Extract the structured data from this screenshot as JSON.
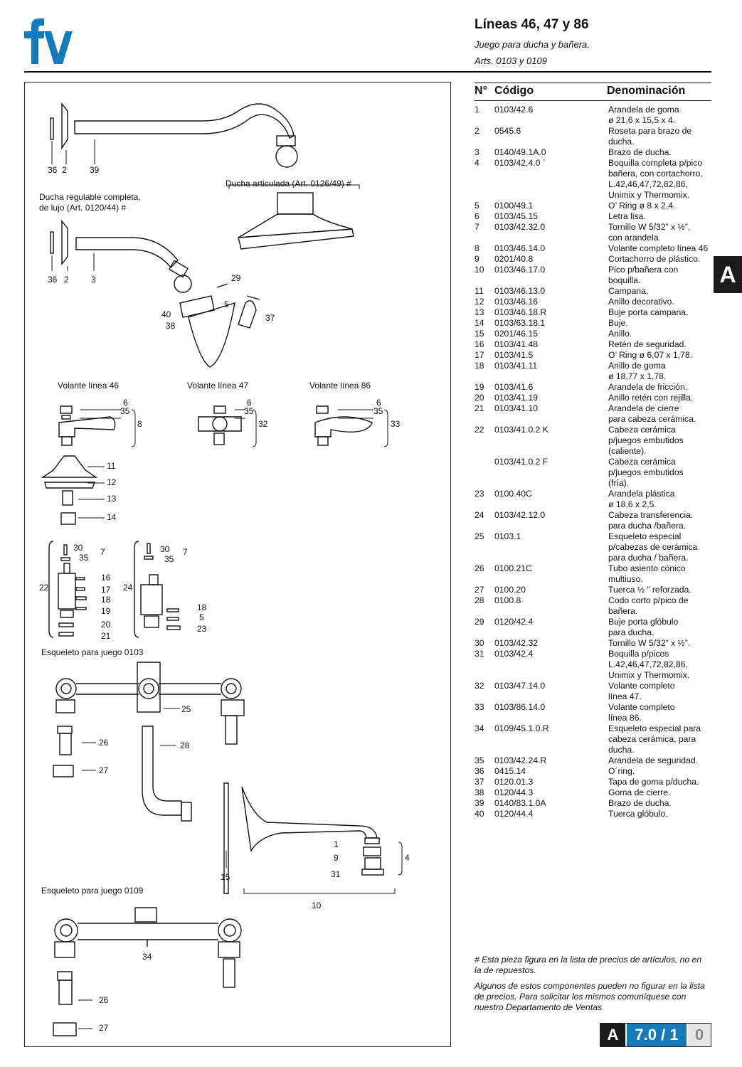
{
  "brand": {
    "logo_text": "fv",
    "color": "#1679b8"
  },
  "header": {
    "title": "Líneas 46, 47 y 86",
    "subtitle": "Juego para ducha y bañera.",
    "articles": "Arts. 0103 y 0109"
  },
  "side_tab": "A",
  "table": {
    "col_n": "N°",
    "col_code": "Código",
    "col_name": "Denominación",
    "rows": [
      {
        "n": "1",
        "code": "0103/42.6",
        "name": [
          "Arandela de goma",
          "ø 21,6 x 15,5 x 4."
        ]
      },
      {
        "n": "2",
        "code": "0545.6",
        "name": [
          "Roseta para brazo de",
          "ducha."
        ]
      },
      {
        "n": "3",
        "code": "0140/49.1A.0",
        "name": [
          "Brazo de ducha."
        ]
      },
      {
        "n": "4",
        "code": "0103/42.4.0  `",
        "name": [
          "Boquilla completa p/pico",
          "bañera, con cortachorro,",
          "L.42,46,47,72,82,86,",
          "Unimix y Thermomix."
        ]
      },
      {
        "n": "5",
        "code": "0100/49.1",
        "name": [
          "O’ Ring ø 8 x 2,4."
        ]
      },
      {
        "n": "6",
        "code": "0103/45.15",
        "name": [
          "Letra lisa."
        ]
      },
      {
        "n": "7",
        "code": "0103/42.32.0",
        "name": [
          "Tornillo W 5/32” x  ½”,",
          "con arandela."
        ]
      },
      {
        "n": "8",
        "code": "0103/46.14.0",
        "name": [
          "Volante completo línea 46"
        ]
      },
      {
        "n": "9",
        "code": "0201/40.8",
        "name": [
          "Cortachorro de plástico."
        ]
      },
      {
        "n": "10",
        "code": "0103/46.17.0",
        "name": [
          "Pico p/bañera con",
          "boquilla."
        ]
      },
      {
        "n": "11",
        "code": "0103/46.13.0",
        "name": [
          "Campana."
        ]
      },
      {
        "n": "12",
        "code": "0103/46.16",
        "name": [
          "Anillo decorativo."
        ]
      },
      {
        "n": "13",
        "code": "0103/46.18.R",
        "name": [
          "Buje porta campana."
        ]
      },
      {
        "n": "14",
        "code": "0103/63.18.1",
        "name": [
          "Buje."
        ]
      },
      {
        "n": "15",
        "code": "0201/46.15",
        "name": [
          "Anillo."
        ]
      },
      {
        "n": "16",
        "code": "0103/41.48",
        "name": [
          "Retén de seguridad."
        ]
      },
      {
        "n": "17",
        "code": "0103/41.5",
        "name": [
          "O’ Ring ø 6,07 x 1,78."
        ]
      },
      {
        "n": "18",
        "code": "0103/41.11",
        "name": [
          "Anillo de goma",
          "ø 18,77 x 1,78."
        ]
      },
      {
        "n": "19",
        "code": "0103/41.6",
        "name": [
          "Arandela de fricción."
        ]
      },
      {
        "n": "20",
        "code": "0103/41.19",
        "name": [
          "Anillo retén con rejilla."
        ]
      },
      {
        "n": "21",
        "code": "0103/41.10",
        "name": [
          "Arandela de cierre",
          "para cabeza cerámica."
        ]
      },
      {
        "n": "22",
        "code": "0103/41.0.2  K",
        "name": [
          "Cabeza cerámica",
          "p/juegos embutidos",
          "(caliente)."
        ]
      },
      {
        "n": "",
        "code": "0103/41.0.2  F",
        "name": [
          "Cabeza cerámica",
          "p/juegos embutidos",
          "(fría)."
        ]
      },
      {
        "n": "23",
        "code": "0100.40C",
        "name": [
          "Arandela plástica",
          "ø 18,6 x 2,5."
        ]
      },
      {
        "n": "24",
        "code": "0103/42.12.0",
        "name": [
          "Cabeza transferencia.",
          "para ducha /bañera."
        ]
      },
      {
        "n": "25",
        "code": "0103.1",
        "name": [
          "Esqueleto especial",
          "p/cabezas de cerámica",
          "para ducha / bañera."
        ]
      },
      {
        "n": "26",
        "code": "0100.21C",
        "name": [
          "Tubo asiento cónico",
          "multiuso."
        ]
      },
      {
        "n": "27",
        "code": "0100.20",
        "name": [
          "Tuerca ½ ” reforzada."
        ]
      },
      {
        "n": "28",
        "code": "0100.8",
        "name": [
          "Codo corto p/pico de",
          "bañera."
        ]
      },
      {
        "n": "29",
        "code": "0120/42.4",
        "name": [
          "Buje porta glóbulo",
          "para ducha."
        ]
      },
      {
        "n": "30",
        "code": "0103/42.32",
        "name": [
          "Tornillo W 5/32” x ½”."
        ]
      },
      {
        "n": "31",
        "code": "0103/42.4",
        "name": [
          "Boquilla p/picos",
          "L.42,46,47,72,82,86,",
          "Unimix y Thermomix."
        ]
      },
      {
        "n": "32",
        "code": "0103/47.14.0",
        "name": [
          "Volante completo",
          "línea 47."
        ]
      },
      {
        "n": "33",
        "code": "0103/86.14.0",
        "name": [
          "Volante completo",
          "línea 86."
        ]
      },
      {
        "n": "34",
        "code": "0109/45.1.0.R",
        "name": [
          "Esqueleto especial para",
          "cabeza cerámica, para",
          "ducha."
        ]
      },
      {
        "n": "35",
        "code": "0103/42.24.R",
        "name": [
          "Arandela de seguridad."
        ]
      },
      {
        "n": "36",
        "code": "0415.14",
        "name": [
          "O´ring."
        ]
      },
      {
        "n": "37",
        "code": "0120.01.3",
        "name": [
          "Tapa de goma p/ducha."
        ]
      },
      {
        "n": "38",
        "code": "0120/44.3",
        "name": [
          "Goma de cierre."
        ]
      },
      {
        "n": "39",
        "code": "0140/83.1.0A",
        "name": [
          "Brazo de ducha."
        ]
      },
      {
        "n": "40",
        "code": "0120/44.4",
        "name": [
          "Tuerca glóbulo."
        ]
      }
    ]
  },
  "notes": [
    "# Esta pieza figura en la lista de precios de artículos, no en la de repuestos.",
    "Algunos de estos componentes pueden no figurar en la lista de precios. Para solicitar los mismos comuníquese con nuestro Departamento de Ventas."
  ],
  "page": {
    "letter": "A",
    "number": "7.0 / 1",
    "revision": "0"
  },
  "diagram": {
    "labels": {
      "ducha_regulable": [
        "Ducha regulable completa,",
        "de lujo (Art. 0120/44) #"
      ],
      "ducha_articulada": "Ducha articulada (Art. 0126/49) #",
      "volante_46": "Volante línea 46",
      "volante_47": "Volante línea 47",
      "volante_86": "Volante línea 86",
      "esqueleto_0103": "Esqueleto para juego 0103",
      "esqueleto_0109": "Esqueleto para juego 0109"
    },
    "callouts": [
      "36",
      "2",
      "39",
      "36",
      "2",
      "3",
      "29",
      "40",
      "5",
      "37",
      "38",
      "6",
      "35",
      "8",
      "6",
      "35",
      "32",
      "6",
      "35",
      "33",
      "11",
      "12",
      "13",
      "14",
      "30",
      "35",
      "7",
      "30",
      "35",
      "7",
      "16",
      "17",
      "18",
      "19",
      "20",
      "21",
      "22",
      "24",
      "18",
      "5",
      "23",
      "25",
      "26",
      "27",
      "28",
      "1",
      "9",
      "31",
      "4",
      "15",
      "10",
      "34",
      "26",
      "27"
    ]
  }
}
